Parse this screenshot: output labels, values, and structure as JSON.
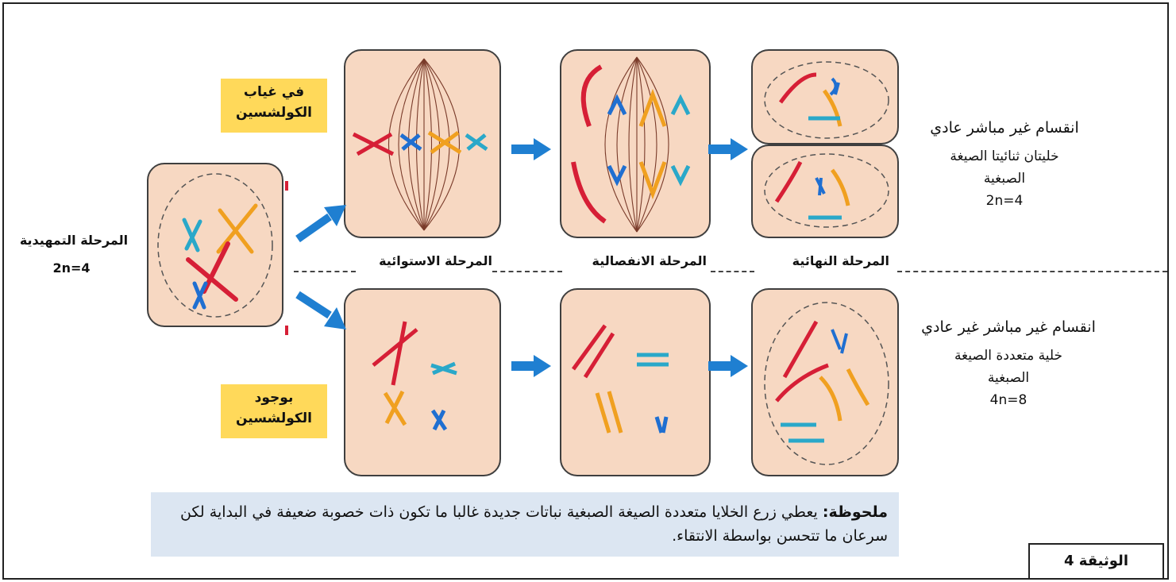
{
  "labels": {
    "prophase_title": "المرحلة التمهيدية",
    "prophase_ploidy": "2n=4",
    "metaphase": "المرحلة الاستوائية",
    "anaphase": "المرحلة الانفصالية",
    "telophase": "المرحلة النهائية",
    "metaphase_dot": "."
  },
  "tags": {
    "without_colchicine_1": "في غياب",
    "without_colchicine_2": "الكولشسين",
    "with_colchicine_1": "بوجود",
    "with_colchicine_2": "الكولشسين"
  },
  "top_result": {
    "title": "انقسام غير مباشر عادي",
    "line1": "خليتان ثنائيتا الصيغة",
    "line2": "الصبغية",
    "ploidy": "2n=4"
  },
  "bottom_result": {
    "title": "انقسام غير مباشر غير عادي",
    "line1": "خلية متعددة الصيغة",
    "line2": "الصبغية",
    "ploidy": "4n=8"
  },
  "note": {
    "label": "ملحوظة:",
    "text": " يعطي زرع الخلايا متعددة الصيغة الصبغية نباتات جديدة غالبا ما تكون ذات خصوبة ضعيفة في البداية لكن سرعان ما تتحسن بواسطة الانتقاء."
  },
  "document_label": "الوثيقة 4",
  "colors": {
    "cell_fill": "#f7d8c2",
    "arrow": "#1f7fd1",
    "tag": "#ffd95a",
    "note_bg": "#dce6f2",
    "red": "#d61f36",
    "blue": "#1f6fd1",
    "orange": "#f0a020",
    "cyan": "#2aa8c9"
  }
}
